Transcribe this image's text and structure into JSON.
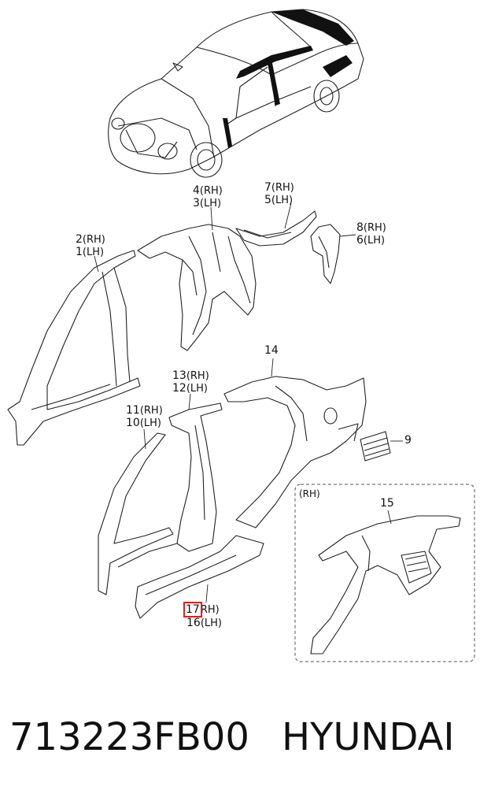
{
  "callouts": {
    "c4": "4",
    "c4s": "(RH)",
    "c3": "3",
    "c3s": "(LH)",
    "c7": "7",
    "c7s": "(RH)",
    "c5": "5",
    "c5s": "(LH)",
    "c8": "8",
    "c8s": "(RH)",
    "c6": "6",
    "c6s": "(LH)",
    "c2": "2",
    "c2s": "(RH)",
    "c1": "1",
    "c1s": "(LH)",
    "c14": "14",
    "c13": "13",
    "c13s": "(RH)",
    "c12": "12",
    "c12s": "(LH)",
    "c11": "11",
    "c11s": "(RH)",
    "c10": "10",
    "c10s": "(LH)",
    "c9": "9",
    "c15": "15",
    "c17": "17",
    "c17s": "RH)",
    "c16": "16",
    "c16s": "(LH)"
  },
  "inset": {
    "label": "(RH)"
  },
  "footer": {
    "part_number": "713223FB00",
    "brand": "HYUNDAI"
  },
  "colors": {
    "highlight": "#e0201e",
    "line": "#222222",
    "dash": "#555555"
  }
}
